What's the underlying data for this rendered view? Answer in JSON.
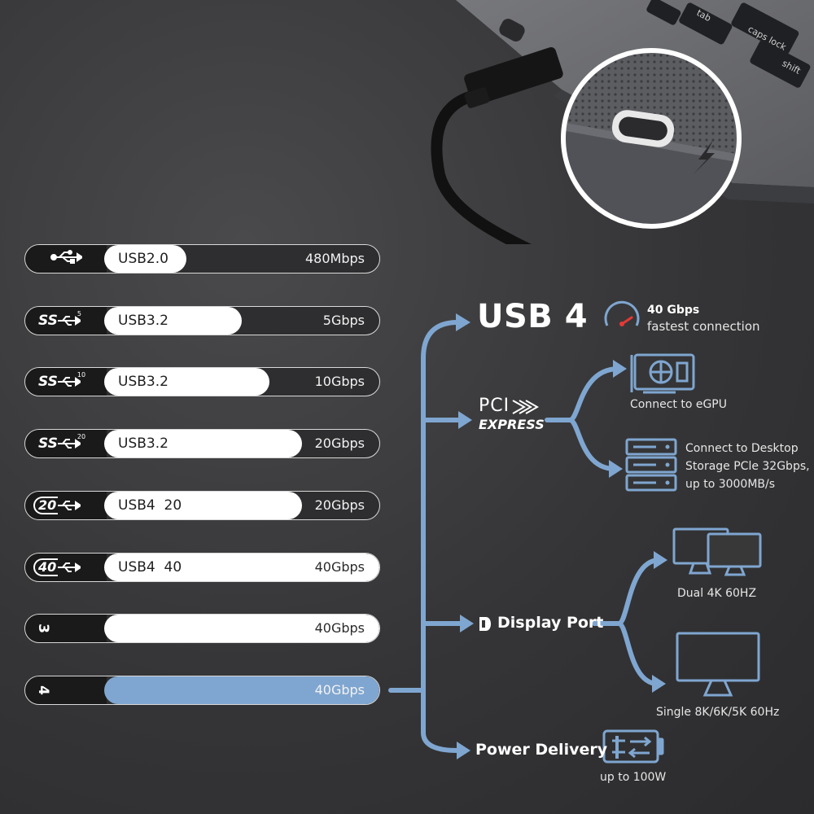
{
  "bars": [
    {
      "logo": "usb-trident",
      "label": "USB2.0",
      "speed": "480Mbps",
      "fill": 0.3,
      "style": "white"
    },
    {
      "logo": "ss-5",
      "logo_text": "SS",
      "logo_sup": "5",
      "label": "USB3.2",
      "speed": "5Gbps",
      "fill": 0.5,
      "style": "white"
    },
    {
      "logo": "ss-10",
      "logo_text": "SS",
      "logo_sup": "10",
      "label": "USB3.2",
      "speed": "10Gbps",
      "fill": 0.6,
      "style": "white"
    },
    {
      "logo": "ss-20",
      "logo_text": "SS",
      "logo_sup": "20",
      "label": "USB3.2",
      "speed": "20Gbps",
      "fill": 0.72,
      "style": "white"
    },
    {
      "logo": "usb4-20",
      "logo_text": "20",
      "label": "USB4  20",
      "speed": "20Gbps",
      "fill": 0.72,
      "style": "white"
    },
    {
      "logo": "usb4-40",
      "logo_text": "40",
      "label": "USB4  40",
      "speed": "40Gbps",
      "fill": 1.0,
      "style": "white"
    },
    {
      "logo": "thunderbolt-3",
      "logo_text": "3",
      "label": "",
      "speed": "40Gbps",
      "fill": 1.0,
      "style": "white"
    },
    {
      "logo": "thunderbolt-4",
      "logo_text": "4",
      "label": "",
      "speed": "40Gbps",
      "fill": 1.0,
      "style": "blue"
    }
  ],
  "usb4": {
    "title": "USB 4",
    "speed": "40 Gbps",
    "speed_note": "fastest connection"
  },
  "pcie": {
    "line1": "PCI",
    "line2": "EXPRESS",
    "egpu": "Connect to eGPU",
    "storage_lines": [
      "Connect to Desktop",
      "Storage PCle 32Gbps,",
      "up to 3000MB/s"
    ]
  },
  "displayport": {
    "label": "Display Port",
    "dual": "Dual 4K 60HZ",
    "single": "Single 8K/6K/5K 60Hz"
  },
  "power": {
    "label": "Power Delivery",
    "note": "up to 100W"
  },
  "keyboard": {
    "tab": "tab",
    "caps": "caps lock",
    "shift": "shift"
  },
  "colors": {
    "accent_blue": "#7fa6d0",
    "background": "#353537"
  }
}
